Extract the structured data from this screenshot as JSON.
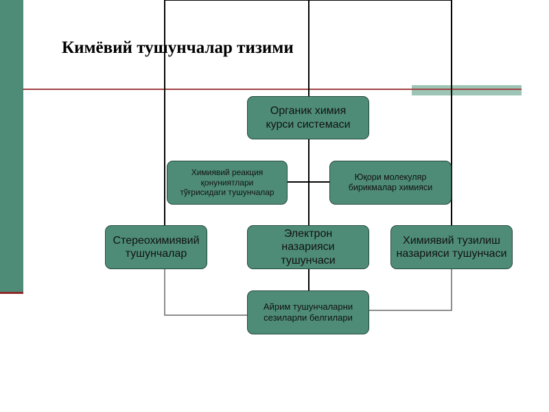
{
  "title": "Кимёвий тушунчалар тизими",
  "nodes": {
    "root": "Органик химия курси системаси",
    "reaction_laws": "Химиявий реакция қонуниятлари тўғрисидаги тушунчалар",
    "macromolecular": "Юқори молекуляр бирикмалар химияси",
    "stereochemical": "Стереохимиявий тушунчалар",
    "electron_theory": "Электрон назарияси тушунчаси",
    "structure_theory": "Химиявий тузилиш назарияси тушунчаси",
    "individual_features": "Айрим тушунчаларни сезиларли белгилари"
  },
  "colors": {
    "node_fill": "#4e8c78",
    "accent_bar": "#4e8c78",
    "rule": "#a04040",
    "stripe": "#9cc5b5"
  }
}
